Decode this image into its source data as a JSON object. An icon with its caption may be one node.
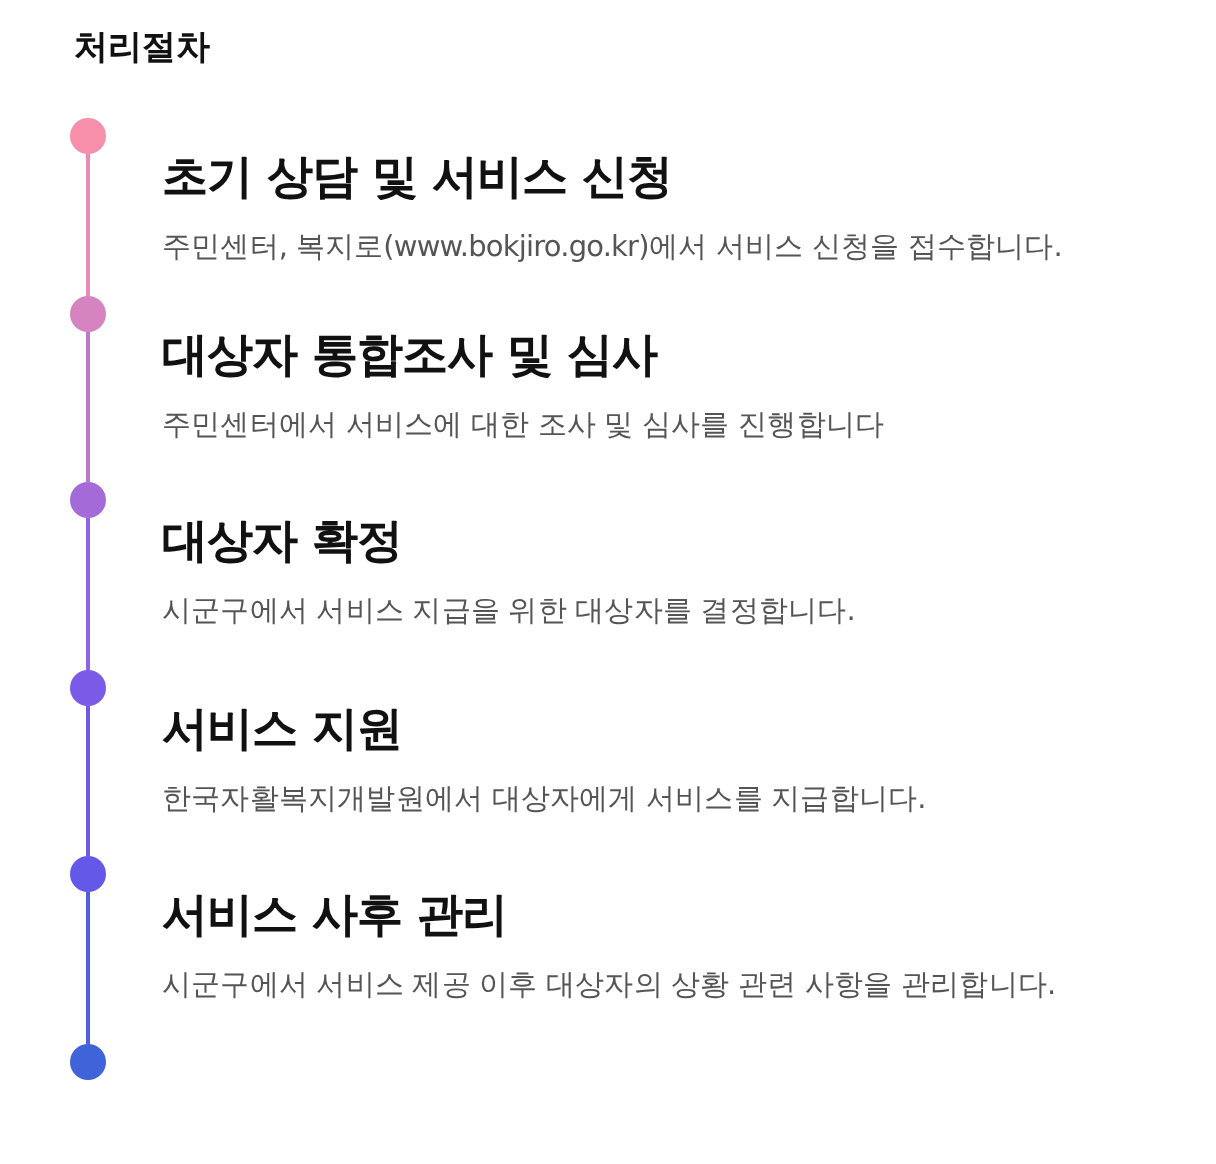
{
  "diagram": {
    "title": "처리절차",
    "nodes": [
      {
        "text": [],
        "shape": "circle",
        "beside": [
          "초기 상담 및 서비스 신청",
          "주민센터, 복지로(www.bokjiro.go.kr)에서 서비스 신청을 접수합니다."
        ]
      },
      {
        "text": [],
        "shape": "circle",
        "beside": [
          "대상자 통합조사 및 심사",
          "주민센터에서 서비스에 대한 조사 및 심사를 진행합니다"
        ]
      },
      {
        "text": [],
        "shape": "circle",
        "beside": [
          "대상자 확정",
          "시군구에서 서비스 지급을 위한 대상자를 결정합니다."
        ]
      },
      {
        "text": [],
        "shape": "circle",
        "beside": [
          "서비스 지원",
          "한국자활복지개발원에서 대상자에게 서비스를 지급합니다."
        ]
      },
      {
        "text": [],
        "shape": "circle",
        "beside": [
          "서비스 사후 관리",
          "시군구에서 서비스 제공 이후 대상자의 상황 관련 사항을 관리합니다."
        ]
      },
      {
        "text": [],
        "shape": "circle"
      }
    ],
    "edges": [
      {
        "from": 0,
        "to": 1,
        "arrow": "none",
        "color": "#eb8bb4"
      },
      {
        "from": 1,
        "to": 2,
        "arrow": "none",
        "color": "#bd77cc"
      },
      {
        "from": 2,
        "to": 3,
        "arrow": "none",
        "color": "#8f62df"
      },
      {
        "from": 3,
        "to": 4,
        "arrow": "none",
        "color": "#6e59e7"
      },
      {
        "from": 4,
        "to": 5,
        "arrow": "none",
        "color": "#525ee0"
      }
    ]
  }
}
